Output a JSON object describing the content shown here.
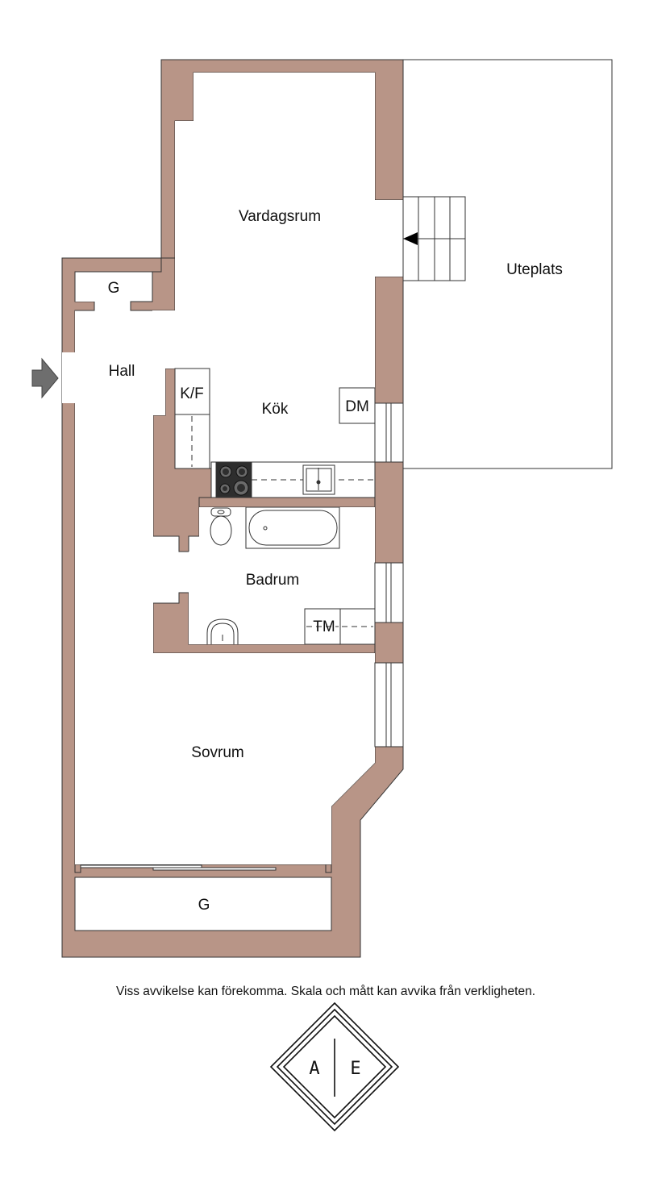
{
  "colors": {
    "wall": "#b89587",
    "line": "#333333",
    "arrow": "#6e6e6e",
    "stove": "#2e2e2e"
  },
  "rooms": {
    "vardagsrum": "Vardagsrum",
    "uteplats": "Uteplats",
    "hall": "Hall",
    "kok": "Kök",
    "badrum": "Badrum",
    "sovrum": "Sovrum",
    "closet_top": "G",
    "closet_bottom": "G"
  },
  "fixtures": {
    "fridge": "K/F",
    "dishwasher": "DM",
    "washer": "TM"
  },
  "icons": {
    "entrance": "entrance-arrow-icon",
    "stairs": "stairs-arrow-icon",
    "stove": "stove-icon",
    "sink": "sink-icon",
    "toilet": "toilet-icon",
    "bathtub": "bathtub-icon",
    "washbasin": "washbasin-icon"
  },
  "disclaimer": "Viss avvikelse kan förekomma. Skala och mått kan avvika från verkligheten.",
  "logo": {
    "left": "A",
    "right": "E"
  }
}
